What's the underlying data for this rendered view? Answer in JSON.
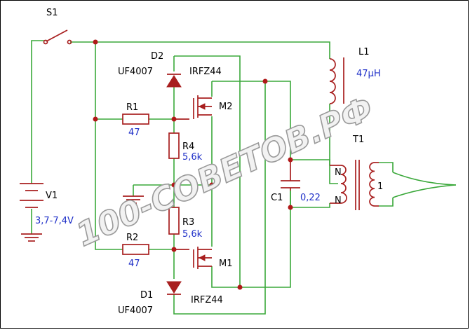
{
  "watermark": "100-СОВЕТОВ.РФ",
  "components": {
    "s1": {
      "ref": "S1"
    },
    "v1": {
      "ref": "V1",
      "value": "3,7-7,4V"
    },
    "r1": {
      "ref": "R1",
      "value": "47"
    },
    "r2": {
      "ref": "R2",
      "value": "47"
    },
    "r3": {
      "ref": "R3",
      "value": "5,6k"
    },
    "r4": {
      "ref": "R4",
      "value": "5,6k"
    },
    "d1": {
      "ref": "D1",
      "value": "UF4007"
    },
    "d2": {
      "ref": "D2",
      "value": "UF4007"
    },
    "m1": {
      "ref": "M1",
      "value": "IRFZ44"
    },
    "m2": {
      "ref": "M2",
      "value": "IRFZ44"
    },
    "l1": {
      "ref": "L1",
      "value": "47µH"
    },
    "c1": {
      "ref": "C1",
      "value": "0,22"
    },
    "t1": {
      "ref": "T1",
      "primary_mark": "N",
      "secondary_mark": "1"
    }
  },
  "colors": {
    "wire": "#3aa83a",
    "component": "#a81f1f",
    "value_text": "#1e2fc8",
    "junction": "#b01818"
  }
}
